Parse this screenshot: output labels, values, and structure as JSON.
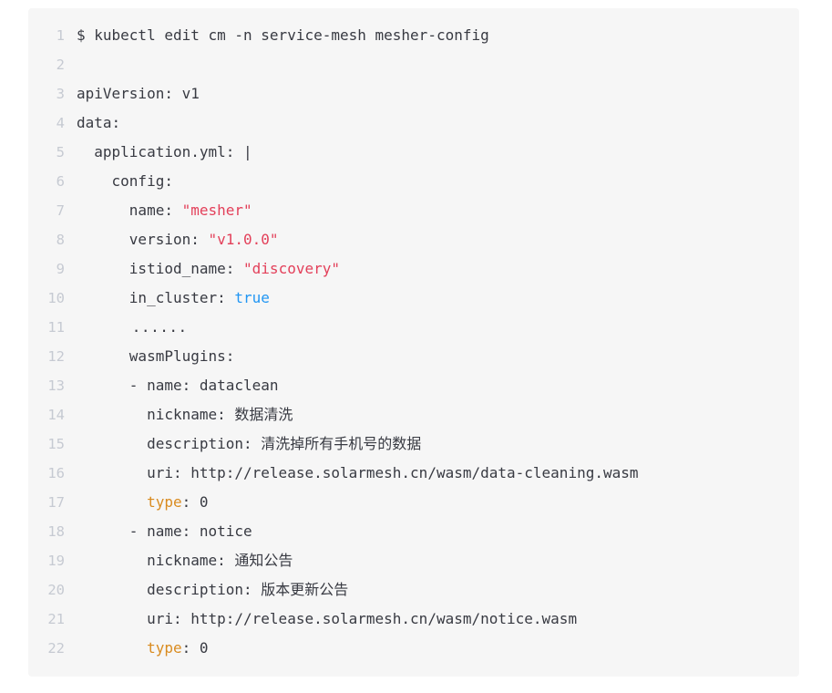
{
  "panel": {
    "background_color": "#f6f6f6",
    "text_color": "#383a42",
    "line_number_color": "#c6cad2",
    "string_color": "#e3405a",
    "boolean_color": "#2196f3",
    "highlight_key_color": "#d98b1f",
    "language": "yaml"
  },
  "code": {
    "lines": [
      {
        "number": "1",
        "segments": [
          {
            "text": "$ kubectl edit cm -n service-mesh mesher-config",
            "type": "plain"
          }
        ]
      },
      {
        "number": "2",
        "segments": [
          {
            "text": "",
            "type": "plain"
          }
        ]
      },
      {
        "number": "3",
        "segments": [
          {
            "text": "apiVersion: v1",
            "type": "plain"
          }
        ]
      },
      {
        "number": "4",
        "segments": [
          {
            "text": "data:",
            "type": "plain"
          }
        ]
      },
      {
        "number": "5",
        "segments": [
          {
            "text": "  application.yml: |",
            "type": "plain"
          }
        ]
      },
      {
        "number": "6",
        "segments": [
          {
            "text": "    config:",
            "type": "plain"
          }
        ]
      },
      {
        "number": "7",
        "segments": [
          {
            "text": "      name: ",
            "type": "plain"
          },
          {
            "text": "\"mesher\"",
            "type": "string"
          }
        ]
      },
      {
        "number": "8",
        "segments": [
          {
            "text": "      version: ",
            "type": "plain"
          },
          {
            "text": "\"v1.0.0\"",
            "type": "string"
          }
        ]
      },
      {
        "number": "9",
        "segments": [
          {
            "text": "      istiod_name: ",
            "type": "plain"
          },
          {
            "text": "\"discovery\"",
            "type": "string"
          }
        ]
      },
      {
        "number": "10",
        "segments": [
          {
            "text": "      in_cluster: ",
            "type": "plain"
          },
          {
            "text": "true",
            "type": "boolean"
          }
        ]
      },
      {
        "number": "11",
        "segments": [
          {
            "text": "      ......",
            "type": "dots"
          }
        ]
      },
      {
        "number": "12",
        "segments": [
          {
            "text": "      wasmPlugins:",
            "type": "plain"
          }
        ]
      },
      {
        "number": "13",
        "segments": [
          {
            "text": "      - name: dataclean",
            "type": "plain"
          }
        ]
      },
      {
        "number": "14",
        "segments": [
          {
            "text": "        nickname: 数据清洗",
            "type": "plain"
          }
        ]
      },
      {
        "number": "15",
        "segments": [
          {
            "text": "        description: 清洗掉所有手机号的数据",
            "type": "plain"
          }
        ]
      },
      {
        "number": "16",
        "segments": [
          {
            "text": "        uri: http://release.solarmesh.cn/wasm/data-cleaning.wasm",
            "type": "plain"
          }
        ]
      },
      {
        "number": "17",
        "segments": [
          {
            "text": "        ",
            "type": "plain"
          },
          {
            "text": "type",
            "type": "key-highlight"
          },
          {
            "text": ": 0",
            "type": "plain"
          }
        ]
      },
      {
        "number": "18",
        "segments": [
          {
            "text": "      - name: notice",
            "type": "plain"
          }
        ]
      },
      {
        "number": "19",
        "segments": [
          {
            "text": "        nickname: 通知公告",
            "type": "plain"
          }
        ]
      },
      {
        "number": "20",
        "segments": [
          {
            "text": "        description: 版本更新公告",
            "type": "plain"
          }
        ]
      },
      {
        "number": "21",
        "segments": [
          {
            "text": "        uri: http://release.solarmesh.cn/wasm/notice.wasm",
            "type": "plain"
          }
        ]
      },
      {
        "number": "22",
        "segments": [
          {
            "text": "        ",
            "type": "plain"
          },
          {
            "text": "type",
            "type": "key-highlight"
          },
          {
            "text": ": 0",
            "type": "plain"
          }
        ]
      }
    ]
  }
}
